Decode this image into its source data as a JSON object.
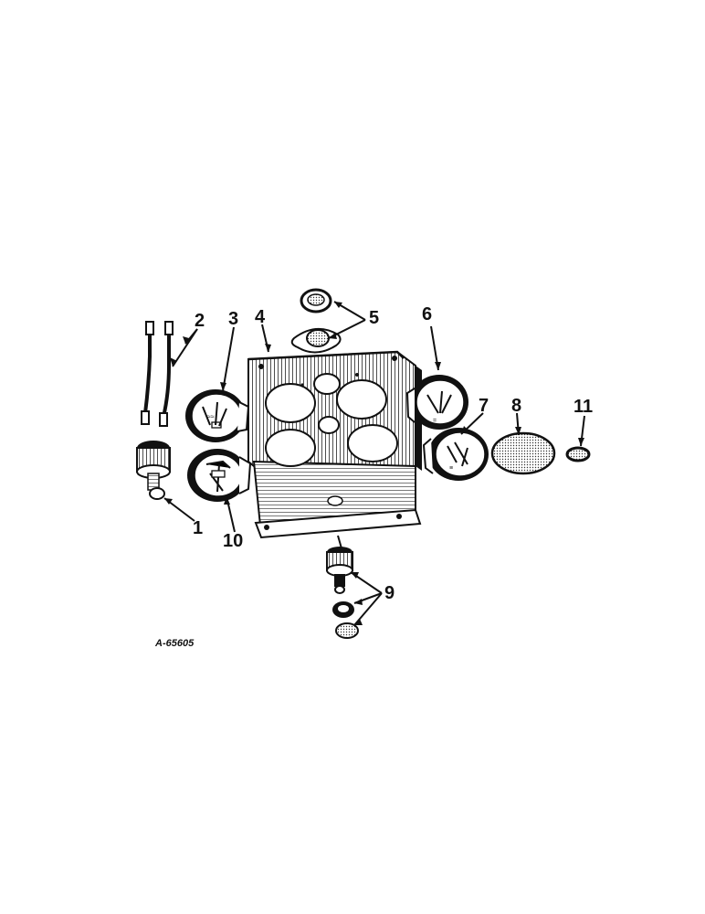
{
  "figure_id": "A-65605",
  "callouts": {
    "c1": "1",
    "c2": "2",
    "c3": "3",
    "c4": "4",
    "c5": "5",
    "c6": "6",
    "c7": "7",
    "c8": "8",
    "c9": "9",
    "c10": "10",
    "c11": "11"
  },
  "colors": {
    "ink": "#111111",
    "paper": "#ffffff"
  }
}
